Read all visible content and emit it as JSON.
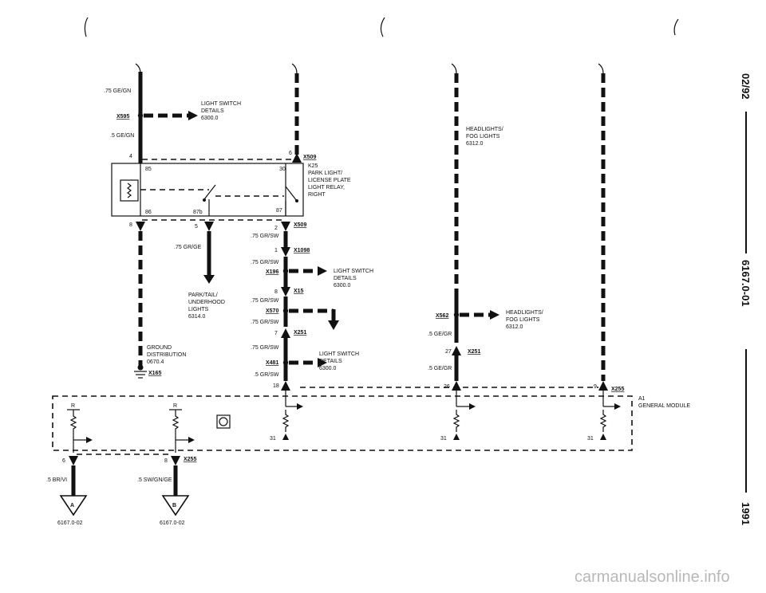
{
  "side_labels": {
    "date": "02/92",
    "code": "6167.0-01",
    "year": "1991"
  },
  "watermark": "carmanualsonline.info",
  "wire_labels": {
    "w_ge_gn_top": ".75 GE/GN",
    "w_ge_gn_mid": ".5 GE/GN",
    "w_gr_ge": ".75 GR/GE",
    "w_gr_sw_1": ".75 GR/SW",
    "w_gr_sw_2": ".75 GR/SW",
    "w_gr_sw_3": ".75 GR/SW",
    "w_gr_sw_4": ".75 GR/SW",
    "w_gr_sw_5": ".75 GR/SW",
    "w_gr_sw_6": ".5 GR/SW",
    "w_ge_gr_1": ".5 GE/GR",
    "w_ge_gr_2": ".5 GE/GR",
    "w_br_vi": ".5 BR/VI",
    "w_sw_gn_ge": ".5 SW/GN/GE"
  },
  "connectors": {
    "x595": "X595",
    "x509_top": "X509",
    "x509_bot": "X509",
    "x1098": "X1098",
    "x196": "X196",
    "x15": "X15",
    "x570": "X570",
    "x251_a": "X251",
    "x481": "X481",
    "x165": "X165",
    "x562": "X562",
    "x251_b": "X251",
    "x255_r": "X255",
    "x255_b": "X255"
  },
  "pins": {
    "p4": "4",
    "p6_top": "6",
    "p85": "85",
    "p30": "30",
    "p86": "86",
    "p87b": "87b",
    "p87": "87",
    "p8": "8",
    "p5": "5",
    "p2": "2",
    "p1": "1",
    "p8_b": "8",
    "p7": "7",
    "p18": "18",
    "p27": "27",
    "p26": "26",
    "p9": "9",
    "p6_bot": "6",
    "p8_bot": "8",
    "g31_a": "31",
    "g31_b": "31",
    "g31_c": "31",
    "r_a": "R",
    "r_b": "R"
  },
  "notes": {
    "ls1": [
      "LIGHT SWITCH",
      "DETAILS",
      "6300.0"
    ],
    "ls2": [
      "LIGHT SWITCH",
      "DETAILS",
      "6300.0"
    ],
    "ls3": [
      "LIGHT SWITCH",
      "DETAILS",
      "6300.0"
    ],
    "k25": [
      "K25",
      "PARK LIGHT/",
      "LICENSE PLATE",
      "LIGHT RELAY,",
      "RIGHT"
    ],
    "park": [
      "PARK/TAIL/",
      "UNDERHOOD",
      "LIGHTS",
      "6314.0"
    ],
    "gnd": [
      "GROUND",
      "DISTRIBUTION",
      "0670.4"
    ],
    "hl1": [
      "HEADLIGHTS/",
      "FOG LIGHTS",
      "6312.0"
    ],
    "hl2": [
      "HEADLIGHTS/",
      "FOG LIGHTS",
      "6312.0"
    ],
    "a1": [
      "A1",
      "GENERAL MODULE"
    ]
  },
  "refs": {
    "a_letter": "A",
    "b_letter": "B",
    "a_ref": "6167.0-02",
    "b_ref": "6167.0-02"
  }
}
